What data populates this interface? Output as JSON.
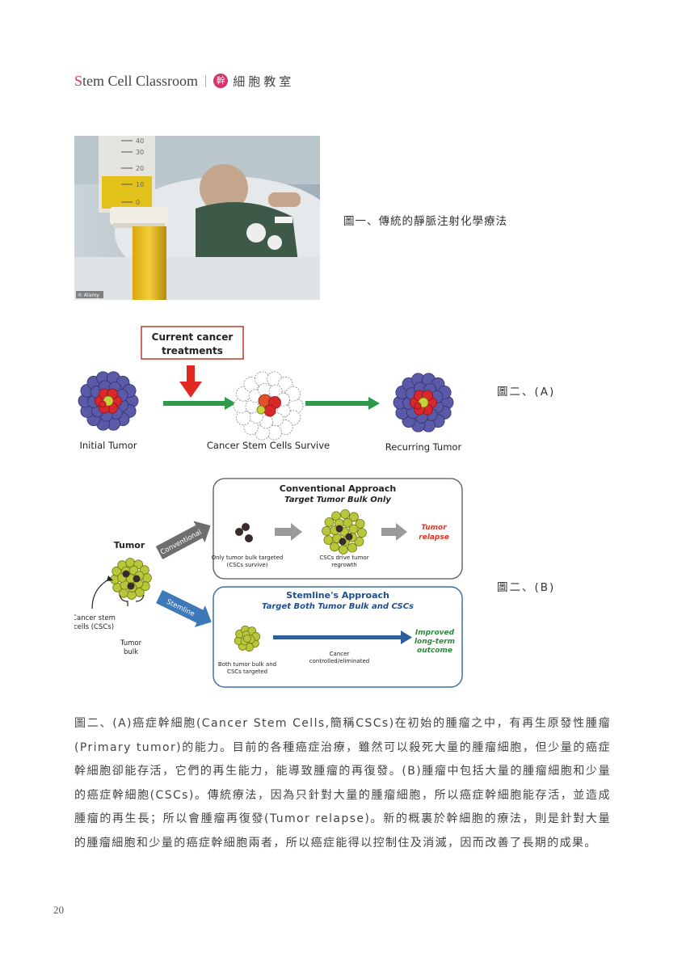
{
  "header": {
    "title_initial": "S",
    "title_rest": "tem Cell Classroom",
    "separator": "|",
    "badge_char": "幹",
    "title_zh": "細胞教室"
  },
  "photo": {
    "credit": "© Alamy",
    "syringe_ticks": [
      "40",
      "30",
      "20",
      "10",
      "0"
    ]
  },
  "figure1_caption": "圖一、傳統的靜脈注射化學療法",
  "figure2a": {
    "box_label_line1": "Current cancer",
    "box_label_line2": "treatments",
    "label_initial": "Initial Tumor",
    "label_survive": "Cancer Stem Cells Survive",
    "label_recurring": "Recurring Tumor",
    "caption": "圖二、(A)"
  },
  "figure2b": {
    "tumor_label": "Tumor",
    "conventional_arrow": "Conventional",
    "stemline_arrow": "Stemline",
    "csc_label_line1": "Cancer stem",
    "csc_label_line2": "cells (CSCs)",
    "bulk_label_line1": "Tumor",
    "bulk_label_line2": "bulk",
    "conv_title": "Conventional Approach",
    "conv_subtitle": "Target Tumor Bulk Only",
    "conv_note1_line1": "Only tumor bulk targeted",
    "conv_note1_line2": "(CSCs survive)",
    "conv_note2_line1": "CSCs drive tumor",
    "conv_note2_line2": "regrowth",
    "conv_result_line1": "Tumor",
    "conv_result_line2": "relapse",
    "stem_title": "Stemline's Approach",
    "stem_subtitle": "Target Both Tumor Bulk and CSCs",
    "stem_note1_line1": "Both tumor bulk and",
    "stem_note1_line2": "CSCs targeted",
    "stem_note2_line1": "Cancer",
    "stem_note2_line2": "controlled/eliminated",
    "stem_result_line1": "Improved",
    "stem_result_line2": "long-term",
    "stem_result_line3": "outcome",
    "caption": "圖二、(B)"
  },
  "body_text": "圖二、(A)癌症幹細胞(Cancer Stem Cells,簡稱CSCs)在初始的腫瘤之中，有再生原發性腫瘤(Primary tumor)的能力。目前的各種癌症治療，雖然可以殺死大量的腫瘤細胞，但少量的癌症幹細胞卻能存活，它們的再生能力，能導致腫瘤的再復發。(B)腫瘤中包括大量的腫瘤細胞和少量的癌症幹細胞(CSCs)。傳統療法，因為只針對大量的腫瘤細胞，所以癌症幹細胞能存活，並造成腫瘤的再生長；所以會腫瘤再復發(Tumor relapse)。新的概裏於幹細胞的療法，則是針對大量的腫瘤細胞和少量的癌症幹細胞兩者，所以癌症能得以控制住及消滅，因而改善了長期的成果。",
  "page_number": "20",
  "colors": {
    "brand": "#d6336c",
    "tumor_blue": "#5a5aa8",
    "tumor_red": "#d8282c",
    "arrow_green": "#2e9a4a",
    "arrow_red": "#e02a20",
    "box_blue": "#3d6fa8",
    "bulk_yellow": "#b8c83a"
  }
}
